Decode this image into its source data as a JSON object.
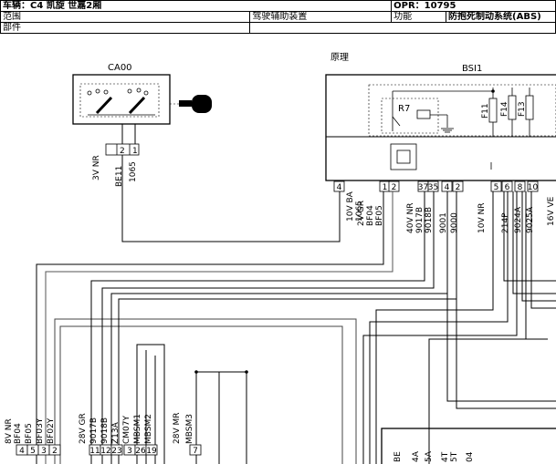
{
  "header": {
    "vehicle": "车辆：C4 凯旋 世嘉2厢",
    "opr": "OPR：10795",
    "scope_label": "范围",
    "scope_value": "驾驶辅助装置",
    "function_label": "功能",
    "function_value": "防抱死制动系统(ABS)",
    "part_label": "部件"
  },
  "diagram": {
    "section_label": "原理",
    "ca00": {
      "name": "CA00",
      "pins": [
        "2",
        "1"
      ],
      "wire_labels": [
        "3V NR",
        "BE11",
        "1065"
      ]
    },
    "bsi1": {
      "name": "BSI1",
      "relay": "R7",
      "fuses": [
        "F11",
        "F14",
        "F13"
      ],
      "pins": [
        "4",
        "1",
        "2",
        "37",
        "35",
        "4",
        "2",
        "5",
        "6",
        "8",
        "10"
      ],
      "connector_labels": [
        "10V BA",
        "2V GR",
        "40V NR",
        "10V NR"
      ],
      "wire_labels": [
        "1065",
        "BF04",
        "BF05",
        "9017B",
        "9018B",
        "9001",
        "9000",
        "214P",
        "9024A",
        "9025A"
      ],
      "edge_label": "16V VE"
    },
    "lower_left": {
      "group_labels": [
        "8V NR",
        "28V GR",
        "28V MR"
      ],
      "wire_labels": [
        "BF04",
        "BF05",
        "BF03Y",
        "BF02Y",
        "9017B",
        "9018B",
        "Z13A",
        "CM07Y",
        "MBSM1",
        "MBSM2",
        "MBSM3"
      ],
      "pins": [
        "4",
        "5",
        "3",
        "2",
        "11",
        "12",
        "23",
        "3",
        "26",
        "19",
        "7"
      ]
    },
    "lower_right": {
      "wire_labels": [
        "BE",
        "4A",
        "5A",
        "4T",
        "5T",
        "04"
      ]
    }
  }
}
